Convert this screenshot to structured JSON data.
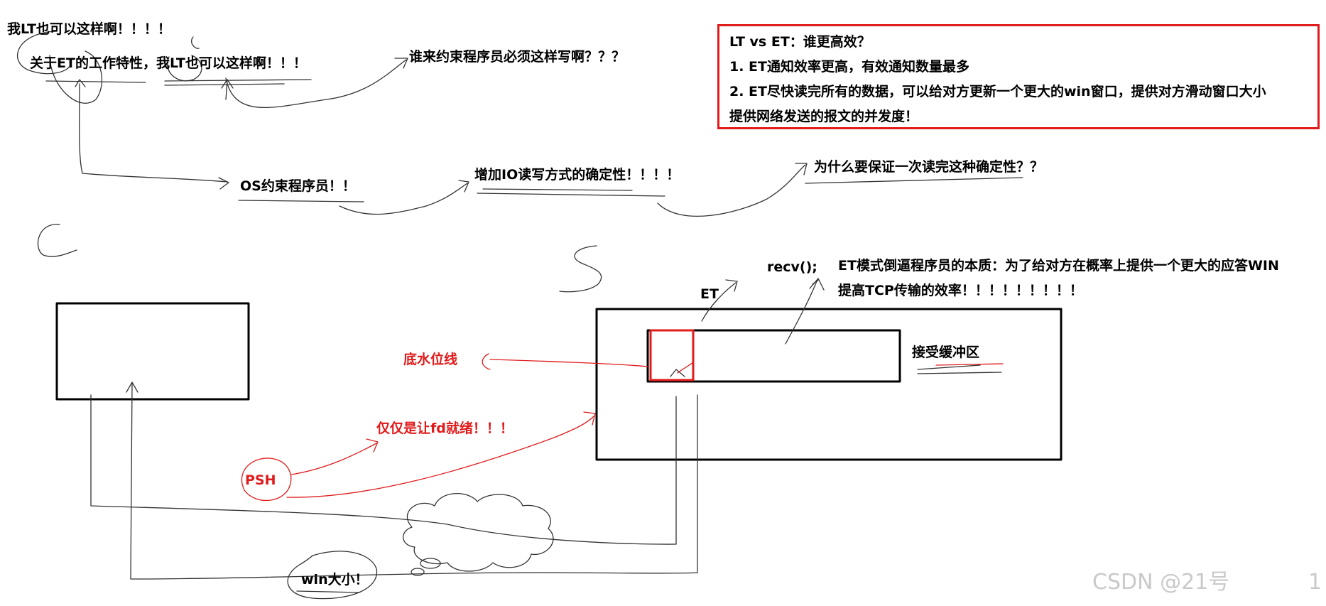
{
  "notes": {
    "lt_can_too": "我LT也可以这样啊！！！！",
    "et_feature": "关于ET的工作特性，我LT也可以这样啊！！！",
    "who_constrains": "谁来约束程序员必须这样写啊？？？",
    "os_constrains": "OS约束程序员！！",
    "io_certainty": "增加IO读写方式的确定性！！！！",
    "why_read_all": "为什么要保证一次读完这种确定性？？"
  },
  "summary_box": {
    "title": "LT vs ET：谁更高效？",
    "point1": "1. ET通知效率更高，有效通知数量最多",
    "point2": "2. ET尽快读完所有的数据，可以给对方更新一个更大的win窗口，提供对方滑动窗口大小",
    "point3": "提供网络发送的报文的并发度！",
    "border_color": "#e01b1b"
  },
  "diagram": {
    "client_letter": "C",
    "server_letter": "S",
    "recv_label": "recv();",
    "et_essence": "ET模式倒逼程序员的本质：为了给对方在概率上提供一个更大的应答WIN",
    "et_tcp": "提高TCP传输的效率！！！！！！！！！",
    "et_label": "ET",
    "recv_buffer": "接受缓冲区",
    "low_watermark": "底水位线",
    "only_fd_ready": "仅仅是让fd就绪！！！",
    "psh": "PSH",
    "win_size": "win大小！",
    "accent_color": "#e01b1b"
  },
  "watermark": {
    "text": "CSDN @21号",
    "trailing": "1"
  }
}
